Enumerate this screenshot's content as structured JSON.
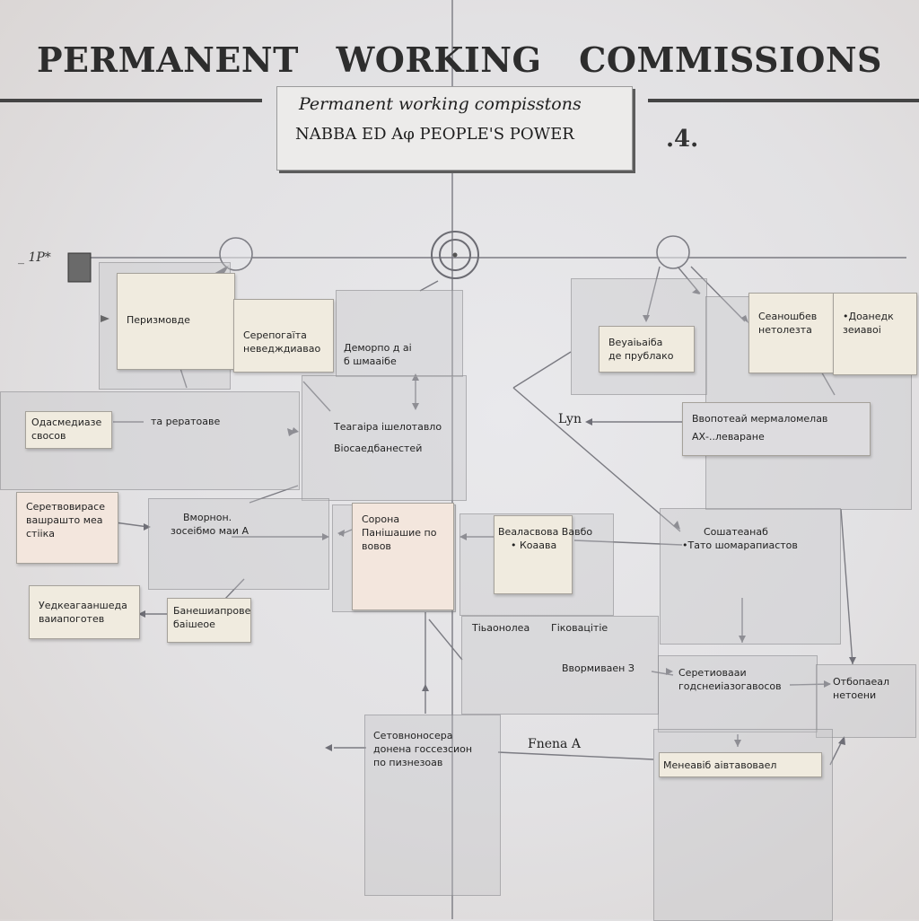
{
  "header": {
    "title": "PERMANENT  WORKING  COMMISSIONS",
    "subtitle_line1": "Permanent working compisstons",
    "subtitle_line2": "NABBA ED  Aφ PEOPLE'S POWER",
    "corner_mark": ".4.",
    "left_marker": "_ 1P*"
  },
  "boxes": [
    {
      "id": "b01",
      "lines": [
        "Перизмовде"
      ]
    },
    {
      "id": "b02",
      "lines": [
        "Серепогаїта",
        "неведждиавао"
      ]
    },
    {
      "id": "b03",
      "lines": [
        "Деморпо д аі",
        "б шмааібе"
      ]
    },
    {
      "id": "b04",
      "lines": [
        "Веуаіьаіба",
        "де прублако"
      ]
    },
    {
      "id": "b05",
      "lines": [
        "Сеаношбев",
        "нетолезта"
      ]
    },
    {
      "id": "b06",
      "lines": [
        "•Доанедк",
        "зеиавоі"
      ]
    },
    {
      "id": "b07",
      "lines": [
        "Одасмедиазе",
        "свосов"
      ]
    },
    {
      "id": "b08",
      "lines": [
        "та рератоаве"
      ]
    },
    {
      "id": "b09",
      "lines": [
        "Теагаіра ішелотавло",
        "Віосаедбанестей"
      ]
    },
    {
      "id": "b10",
      "lines": [
        "Ввопотеай мермаломелав",
        "АХ-..леваране"
      ]
    },
    {
      "id": "b11",
      "lines": [
        "Серетвовирасе",
        "вашрашто меа",
        "стііка"
      ]
    },
    {
      "id": "b12",
      "lines": [
        "Вморнон.",
        "зосеібмо маи А"
      ]
    },
    {
      "id": "b13",
      "lines": [
        "Сорона",
        "Панішашие по",
        "вовов"
      ]
    },
    {
      "id": "b14",
      "lines": [
        "Веаласвова Вавбо",
        "• Коаава"
      ]
    },
    {
      "id": "b15",
      "lines": [
        "Сошатеанаб",
        "•Тато шомарапиастов"
      ]
    },
    {
      "id": "b16",
      "lines": [
        "Уедкеагааншеда",
        "ваиапоготев"
      ]
    },
    {
      "id": "b17",
      "lines": [
        "Банешиапрове",
        "баішеое"
      ]
    },
    {
      "id": "b18",
      "lines": [
        "Тіьаонолеа",
        "Гіковацітіе"
      ]
    },
    {
      "id": "b19",
      "lines": [
        "Ввормиваен З"
      ]
    },
    {
      "id": "b20",
      "lines": [
        "Серетиовааи",
        "годснеиіазогавосов"
      ]
    },
    {
      "id": "b21",
      "lines": [
        "Отбопаеал",
        "нетоени"
      ]
    },
    {
      "id": "b22",
      "lines": [
        "Сетовноносера",
        "донена госсезсион",
        "по пизнезоав"
      ]
    },
    {
      "id": "b23",
      "lines": [
        "Менеавіб аівтавоваел"
      ]
    }
  ],
  "labels": {
    "lyn": "Lyn",
    "flena": "Fnena  A"
  }
}
